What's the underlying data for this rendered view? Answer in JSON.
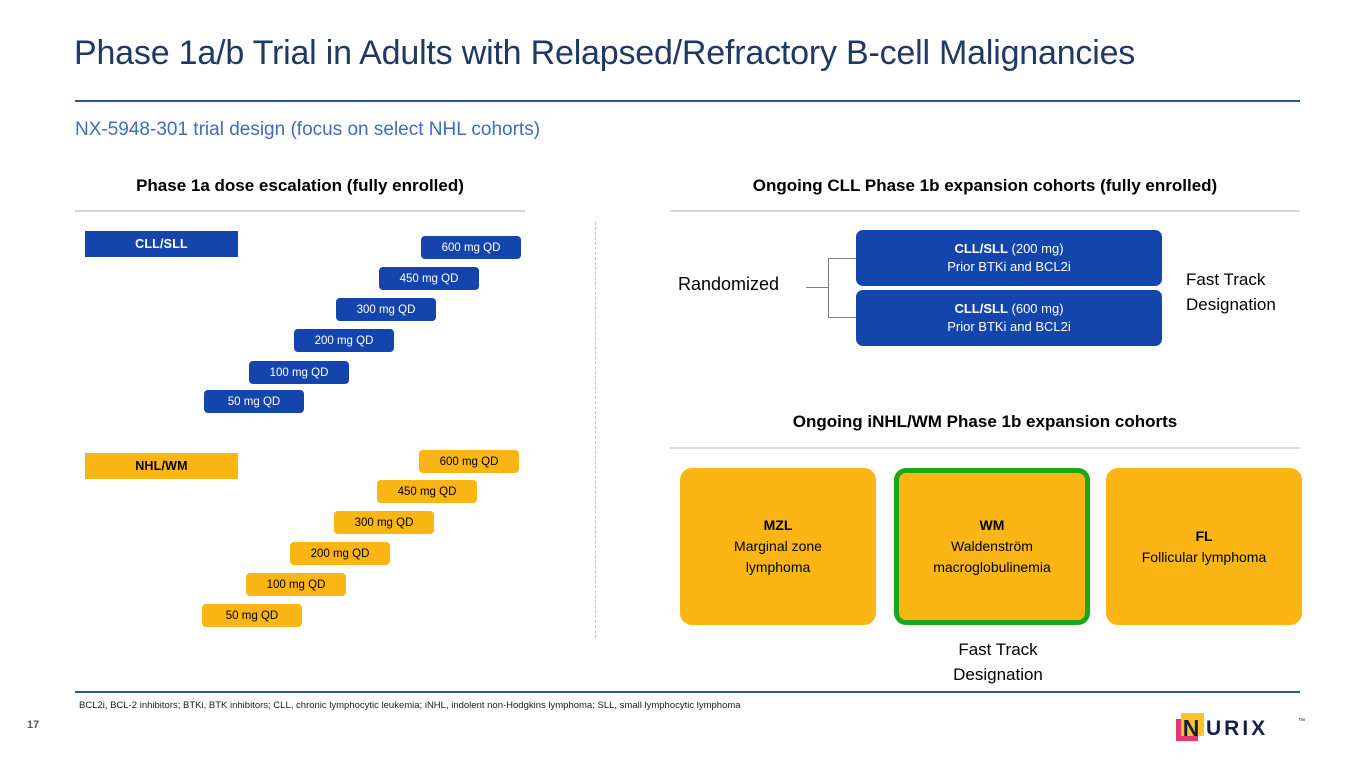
{
  "header": {
    "title": "Phase 1a/b Trial in Adults with Relapsed/Refractory B-cell Malignancies",
    "subtitle": "NX-5948-301 trial design (focus on select NHL cohorts)"
  },
  "left_panel": {
    "heading": "Phase 1a dose escalation (fully enrolled)",
    "ladders": [
      {
        "group_label": "CLL/SLL",
        "color": "#1345AD",
        "text_color": "#FFFFFF",
        "doses": [
          "50 mg QD",
          "100 mg QD",
          "200 mg QD",
          "300 mg QD",
          "450 mg QD",
          "600 mg QD"
        ]
      },
      {
        "group_label": "NHL/WM",
        "color": "#FBB615",
        "text_color": "#000000",
        "doses": [
          "50 mg QD",
          "100 mg QD",
          "200 mg QD",
          "300 mg QD",
          "450 mg QD",
          "600 mg QD"
        ]
      }
    ]
  },
  "cll_expansion": {
    "heading": "Ongoing CLL Phase 1b expansion cohorts (fully enrolled)",
    "randomized_label": "Randomized",
    "cohorts": [
      {
        "name": "CLL/SLL",
        "dose": "(200 mg)",
        "detail": "Prior BTKi and BCL2i"
      },
      {
        "name": "CLL/SLL",
        "dose": "(600 mg)",
        "detail": "Prior BTKi and BCL2i"
      }
    ],
    "fast_track": "Fast Track\nDesignation",
    "fast_track_line1": "Fast Track",
    "fast_track_line2": "Designation"
  },
  "inhl_expansion": {
    "heading": "Ongoing iNHL/WM Phase 1b expansion cohorts",
    "cards": [
      {
        "abbr": "MZL",
        "full_line1": "Marginal zone",
        "full_line2": "lymphoma",
        "highlighted": false
      },
      {
        "abbr": "WM",
        "full_line1": "Waldenström",
        "full_line2": "macroglobulinemia",
        "highlighted": true
      },
      {
        "abbr": "FL",
        "full_line1": "Follicular lymphoma",
        "full_line2": "",
        "highlighted": false
      }
    ],
    "fast_track_line1": "Fast Track",
    "fast_track_line2": "Designation"
  },
  "footer": {
    "footnote": "BCL2i, BCL-2 inhibitors; BTKi, BTK inhibitors; CLL, chronic lymphocytic leukemia; iNHL, indolent non-Hodgkins lymphoma; SLL, small lymphocytic lymphoma",
    "page_number": "17",
    "logo_letter": "N",
    "logo_word": "URIX",
    "logo_tm": "™"
  },
  "colors": {
    "navy_title": "#1F3864",
    "blue_subtitle": "#3E6DBE",
    "brand_blue": "#1345AD",
    "brand_amber": "#FBB615",
    "highlight_green": "#18A818",
    "rule_blue": "#2E5496",
    "rule_gray": "#D9D9D9"
  }
}
